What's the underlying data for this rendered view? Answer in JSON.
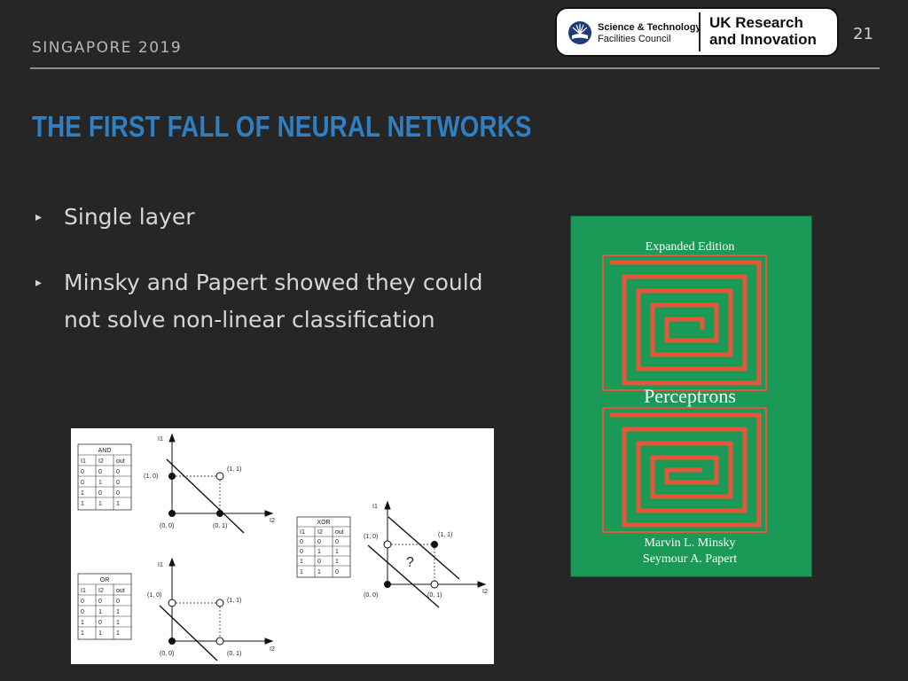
{
  "header": {
    "label": "SINGAPORE 2019",
    "page_number": "21"
  },
  "logo": {
    "stfc_line1": "Science & Technology",
    "stfc_line2": "Facilities Council",
    "ukri_line1": "UK Research",
    "ukri_line2": "and Innovation"
  },
  "title": "THE FIRST FALL OF NEURAL NETWORKS",
  "bullets": [
    {
      "marker": "▸",
      "text": "Single layer"
    },
    {
      "marker": "▸",
      "text": "Minsky and Papert showed they could not solve non-linear classification"
    }
  ],
  "diagram": {
    "and_table": {
      "title": "AND",
      "headers": [
        "I1",
        "I2",
        "out"
      ],
      "rows": [
        [
          "0",
          "0",
          "0"
        ],
        [
          "0",
          "1",
          "0"
        ],
        [
          "1",
          "0",
          "0"
        ],
        [
          "1",
          "1",
          "1"
        ]
      ]
    },
    "or_table": {
      "title": "OR",
      "headers": [
        "I1",
        "I2",
        "out"
      ],
      "rows": [
        [
          "0",
          "0",
          "0"
        ],
        [
          "0",
          "1",
          "1"
        ],
        [
          "1",
          "0",
          "1"
        ],
        [
          "1",
          "1",
          "1"
        ]
      ]
    },
    "xor_table": {
      "title": "XOR",
      "headers": [
        "I1",
        "I2",
        "out"
      ],
      "rows": [
        [
          "0",
          "0",
          "0"
        ],
        [
          "0",
          "1",
          "1"
        ],
        [
          "1",
          "0",
          "1"
        ],
        [
          "1",
          "1",
          "0"
        ]
      ]
    },
    "point_labels": {
      "p00": "(0, 0)",
      "p01": "(0, 1)",
      "p10": "(1, 0)",
      "p11": "(1, 1)"
    },
    "axis_labels": {
      "y": "I1",
      "x": "I2"
    },
    "question_mark": "?"
  },
  "book": {
    "edition": "Expanded Edition",
    "title": "Perceptrons",
    "author1": "Marvin L. Minsky",
    "author2": "Seymour A. Papert",
    "colors": {
      "cover": "#1a9a56",
      "maze": "#e4573b"
    }
  }
}
